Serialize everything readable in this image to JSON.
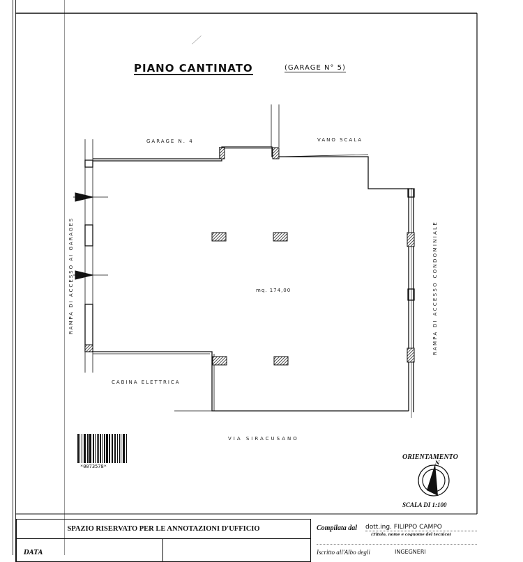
{
  "drawing": {
    "title": "PIANO CANTINATO",
    "subtitle": "(GARAGE N° 5)",
    "labels": {
      "garage_4": "GARAGE N. 4",
      "vano_scala": "VANO SCALA",
      "area": "mq. 174,00",
      "cabina": "CABINA ELETTRICA",
      "via": "VIA SIRACUSANO",
      "rampa_garages": "RAMPA DI ACCESSO AI GARAGES",
      "rampa_condominiale": "RAMPA DI ACCESSO CONDOMINIALE"
    }
  },
  "barcode": {
    "number": "*0073578*"
  },
  "orientation": {
    "label": "ORIENTAMENTO",
    "north": "N",
    "scale": "SCALA DI 1:100"
  },
  "footer": {
    "office_header": "SPAZIO RISERVATO PER LE ANNOTAZIONI D'UFFICIO",
    "data_label": "DATA",
    "compilata_label": "Compilata dal",
    "compilata_value": "dott.ing. FILIPPO CAMPO",
    "compilata_hint": "(Titolo, nome e cognome del tecnico)",
    "iscritto_label": "Iscritto all'Albo degli",
    "iscritto_value": "INGEGNERI"
  },
  "colors": {
    "ink": "#111111",
    "paper": "#ffffff",
    "guide": "#888888"
  }
}
